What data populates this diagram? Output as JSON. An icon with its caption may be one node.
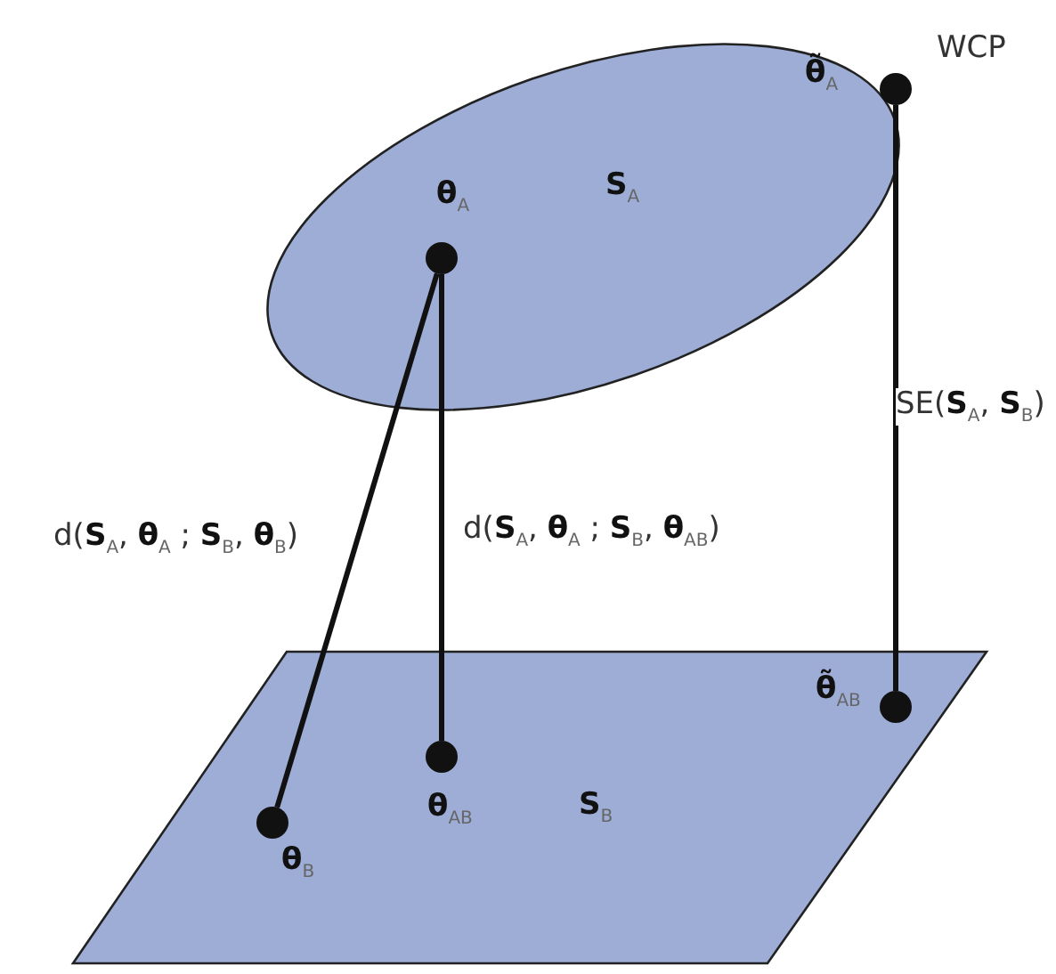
{
  "diagram": {
    "nodes": [
      {
        "text": [
          "**S**$_{A}$"
        ]
      },
      {
        "text": [],
        "shape": "circle",
        "in": 0,
        "beside": [
          "**θ**$_{A}$"
        ]
      },
      {
        "text": [],
        "shape": "circle",
        "beside": [
          "**θ̃**$_{A}$",
          "WCP"
        ]
      },
      {
        "text": [
          "**S**$_{B}$"
        ]
      },
      {
        "text": [],
        "shape": "circle",
        "in": 3,
        "beside": [
          "**θ**$_{B}$"
        ]
      },
      {
        "text": [],
        "shape": "circle",
        "in": 3,
        "beside": [
          "**θ**$_{AB}$"
        ]
      },
      {
        "text": [],
        "shape": "circle",
        "in": 3,
        "beside": [
          "**θ̃**$_{AB}$"
        ]
      }
    ],
    "edges": [
      {
        "from": 1,
        "to": 4,
        "arrow": "none",
        "label": "d(**S**$_{A}$, **θ**$_{A}$ ; **S**$_{B}$, **θ**$_{B}$)"
      },
      {
        "from": 1,
        "to": 5,
        "arrow": "none",
        "label": "d(**S**$_{A}$, **θ**$_{A}$ ; **S**$_{B}$, **θ**$_{AB}$)"
      },
      {
        "from": 2,
        "to": 6,
        "arrow": "none",
        "label": "SE(**S**$_{A}$, **S**$_{B}$)"
      }
    ]
  }
}
